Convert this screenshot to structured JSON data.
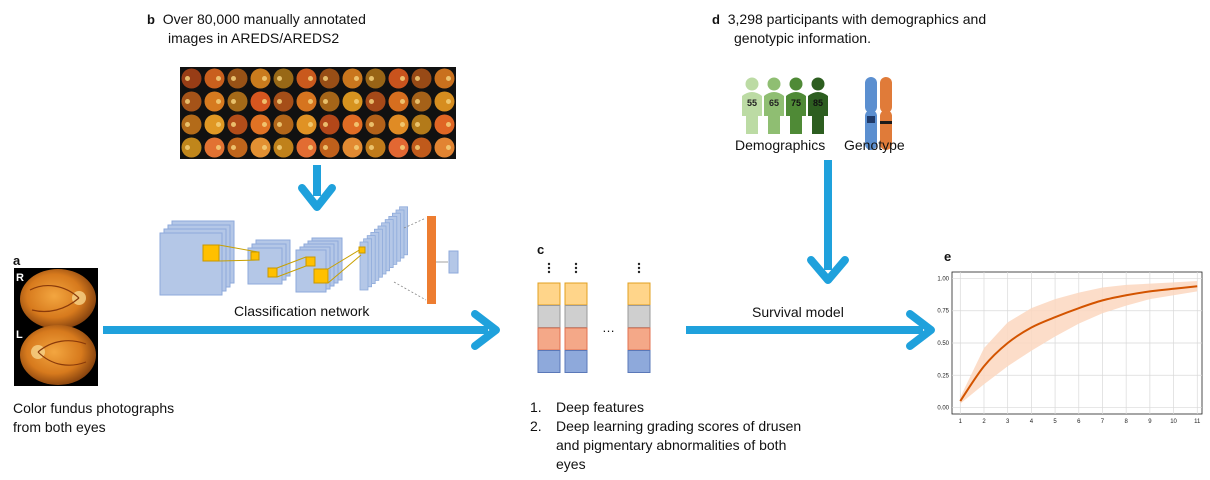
{
  "panel_b": {
    "letter": "b",
    "line1": "Over 80,000 manually annotated",
    "line2": "images in AREDS/AREDS2"
  },
  "panel_d": {
    "letter": "d",
    "line1": "3,298 participants with demographics and",
    "line2": "genotypic information.",
    "ages": [
      "55",
      "65",
      "75",
      "85"
    ],
    "demographics_label": "Demographics",
    "genotype_label": "Genotype",
    "person_colors": [
      "#bcdba4",
      "#8fbe72",
      "#4f8a36",
      "#2d5e20"
    ],
    "chromosome_colors": [
      "#5b8fd0",
      "#e07b39"
    ]
  },
  "panel_a": {
    "letter": "a",
    "eye_right": "R",
    "eye_left": "L",
    "caption_line1": "Color fundus photographs",
    "caption_line2": "from both eyes"
  },
  "network": {
    "label": "Classification network",
    "layer_color": "#b4c7e7",
    "feature_color": "#ffc000",
    "output_color": "#ed7d31"
  },
  "panel_c": {
    "letter": "c",
    "ellipsis": "…",
    "list_item_1_num": "1.",
    "list_item_1": "Deep features",
    "list_item_2_num": "2.",
    "list_item_2_line1": "Deep learning grading scores of drusen",
    "list_item_2_line2": "and pigmentary abnormalities of both",
    "list_item_2_line3": "eyes",
    "block_colors": [
      "#ffd58a",
      "#cfcfcf",
      "#f4a888",
      "#8ea9db"
    ]
  },
  "survival": {
    "label": "Survival model"
  },
  "arrow_color": "#1fa1dc",
  "panel_e": {
    "letter": "e"
  },
  "chart_data": {
    "type": "line",
    "title": "",
    "xlabel": "",
    "ylabel": "",
    "x": [
      1,
      2,
      3,
      4,
      5,
      6,
      7,
      8,
      9,
      10,
      11
    ],
    "xticks": [
      "1",
      "2",
      "3",
      "4",
      "5",
      "6",
      "7",
      "8",
      "9",
      "10",
      "11"
    ],
    "yticks": [
      "0.00",
      "0.25",
      "0.50",
      "0.75",
      "1.00"
    ],
    "xlim": [
      0.65,
      11.2
    ],
    "ylim": [
      -0.05,
      1.05
    ],
    "grid": true,
    "series": [
      {
        "values": [
          0.05,
          0.32,
          0.5,
          0.62,
          0.7,
          0.77,
          0.83,
          0.87,
          0.9,
          0.92,
          0.94
        ],
        "lower": [
          0.03,
          0.18,
          0.32,
          0.44,
          0.55,
          0.65,
          0.73,
          0.79,
          0.84,
          0.87,
          0.9
        ],
        "upper": [
          0.08,
          0.46,
          0.66,
          0.77,
          0.84,
          0.89,
          0.93,
          0.95,
          0.96,
          0.97,
          0.98
        ],
        "color": "#d35400",
        "band_color": "#fbd7c0"
      }
    ]
  }
}
